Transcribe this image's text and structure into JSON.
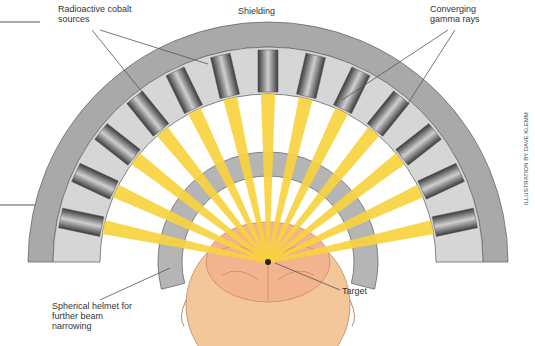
{
  "diagram": {
    "labels": [
      "Radioactive cobalt sources",
      "Shielding",
      "Converging gamma rays",
      "Spherical helmet for further beam narrowing",
      "Target",
      "ILLUSTRATION BY DAVE KLEMM"
    ]
  }
}
